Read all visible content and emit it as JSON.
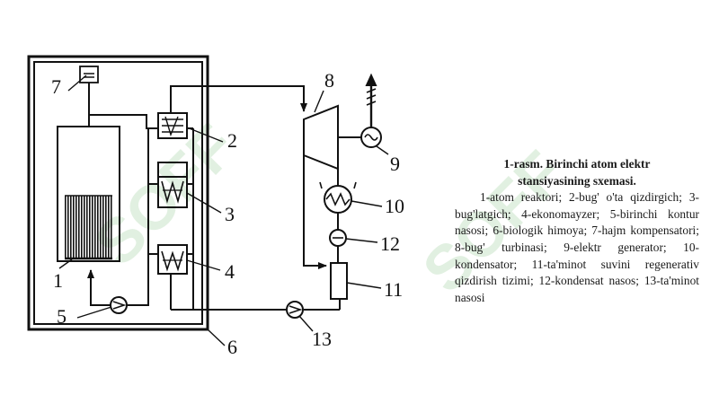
{
  "labels": {
    "n1": "1",
    "n2": "2",
    "n3": "3",
    "n4": "4",
    "n5": "5",
    "n6": "6",
    "n7": "7",
    "n8": "8",
    "n9": "9",
    "n10": "10",
    "n11": "11",
    "n12": "12",
    "n13": "13"
  },
  "watermark": {
    "text": "SOFF",
    "color": "#7cbc7a"
  },
  "caption": {
    "title_line1": "1-rasm. Birinchi atom elektr",
    "title_line2": "stansiyasining sxemasi.",
    "description": "1-atom reaktori; 2-bug' o'ta qizdirgich; 3-bug'latgich; 4-ekonomayzer; 5-birinchi kontur nasosi; 6-biologik himoya; 7-hajm kompensatori; 8-bug' turbinasi; 9-elektr generator; 10-kondensator; 11-ta'minot suvini regenerativ qizdirish tizimi; 12-kondensat nasos; 13-ta'minot nasosi"
  }
}
